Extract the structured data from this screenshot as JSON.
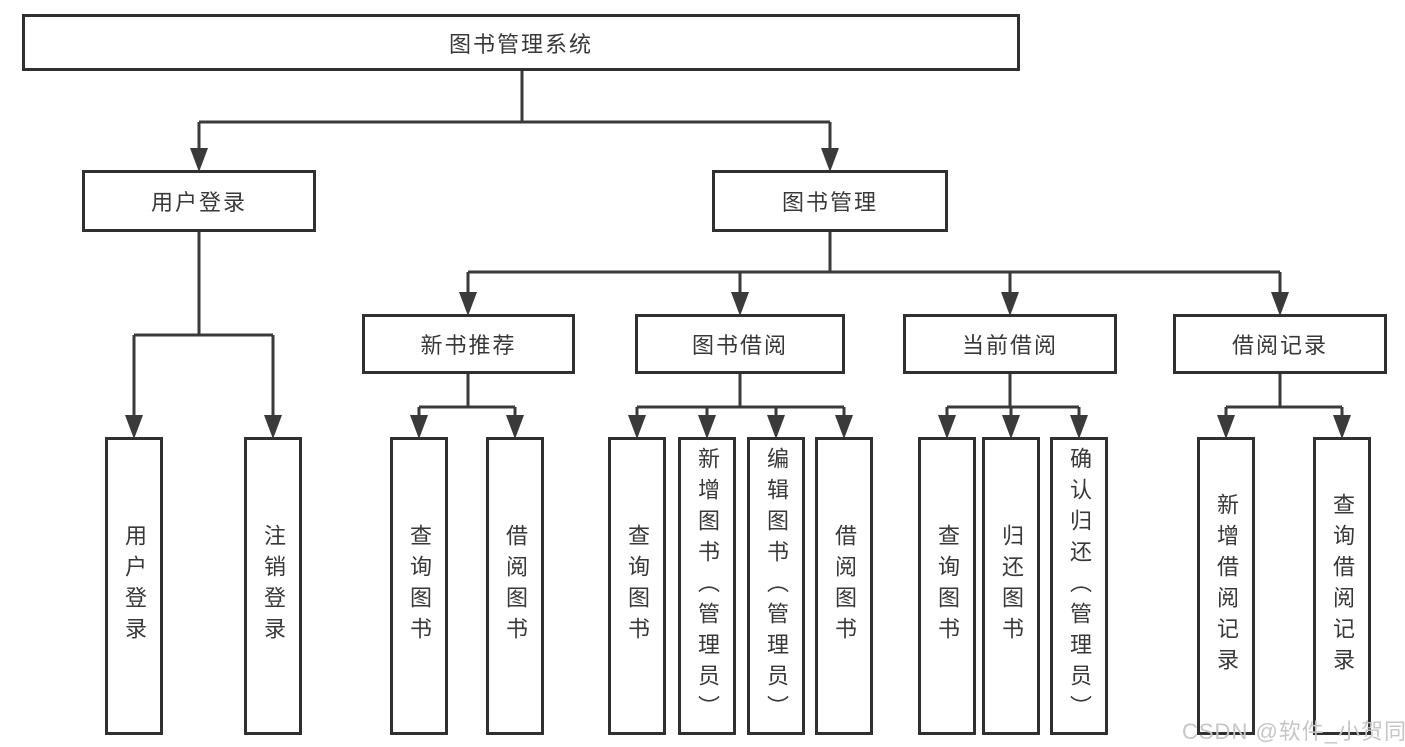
{
  "diagram": {
    "root": {
      "label": "图书管理系统"
    },
    "level2": [
      {
        "label": "用户登录"
      },
      {
        "label": "图书管理"
      }
    ],
    "level3": [
      {
        "label": "新书推荐"
      },
      {
        "label": "图书借阅"
      },
      {
        "label": "当前借阅"
      },
      {
        "label": "借阅记录"
      }
    ],
    "leaves": {
      "login": [
        "用户登录",
        "注销登录"
      ],
      "newbooks": [
        "查询图书",
        "借阅图书"
      ],
      "borrow": [
        "查询图书",
        "新增图书（管理员）",
        "编辑图书（管理员）",
        "借阅图书"
      ],
      "current": [
        "查询图书",
        "归还图书",
        "确认归还（管理员）"
      ],
      "records": [
        "新增借阅记录",
        "查询借阅记录"
      ]
    },
    "watermark": "CSDN @软件_小贺同学",
    "colors": {
      "line": "#3a3a3a",
      "box_border": "#303030",
      "box_fill": "#ffffff",
      "text": "#383838",
      "watermark_text": "#c6c6c6"
    }
  }
}
